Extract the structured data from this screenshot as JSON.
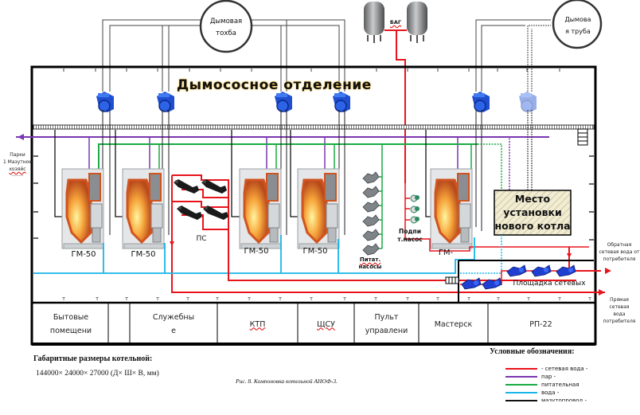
{
  "title": "Дымососное отделение",
  "chimneys": [
    {
      "label_line1": "Дымовая",
      "label_line2": "тохба"
    },
    {
      "label_line1": "Дымова",
      "label_line2": "я труба"
    }
  ],
  "tank_label": "БАГ",
  "left_note": [
    "Парки",
    "1 Мазутное",
    "хозяйс",
    "........"
  ],
  "boilers": [
    "ГМ-50",
    "ГМ-50",
    "ГМ-50",
    "ГМ-50",
    "ГМ-"
  ],
  "heaters_label": "ПС",
  "feed_pumps_label": [
    "Питат.",
    "насосы"
  ],
  "makeup_pumps_label": [
    "Подпи",
    "т.насос"
  ],
  "new_boiler_label": [
    "Место",
    "установки",
    "нового котла"
  ],
  "network_pumps_label": "Площадка сетевых",
  "return_water_note": [
    "Обратная",
    "сетевая вода  от",
    "потребителя"
  ],
  "supply_water_note": [
    "Прямая",
    "сетевая",
    "вода",
    "потребителя"
  ],
  "rooms": [
    {
      "line1": "Бытовые",
      "line2": "помещени"
    },
    {
      "line1": "",
      "line2": ""
    },
    {
      "line1": "Служебны",
      "line2": "е"
    },
    {
      "line1": "КТП",
      "line2": ""
    },
    {
      "line1": "ЩСУ",
      "line2": ""
    },
    {
      "line1": "Пульт",
      "line2": "управлени"
    },
    {
      "line1": "Мастерск",
      "line2": ""
    },
    {
      "line1": "РП-22",
      "line2": ""
    }
  ],
  "dimensions_title": "Габаритные размеры котельной:",
  "dimensions_value": "144000× 24000× 27000 (Д× Ш× В, мм)",
  "caption": "Рис. 8. Компоновка котельной АНОФ-3.",
  "legend": {
    "title": "Условные обозначения:",
    "items": [
      {
        "label": "- сетевая вода -",
        "color": "#e8141c"
      },
      {
        "label": "пар -",
        "color": "#7a36b0"
      },
      {
        "label": "питательная",
        "color": "#1aaa45"
      },
      {
        "label": "вода -",
        "color": "#19b6e8"
      },
      {
        "label": "мазутопровод -",
        "color": "#111111"
      }
    ]
  },
  "colors": {
    "network_water": "#e8141c",
    "steam": "#7a36b0",
    "feed_water": "#1aaa45",
    "blue_line": "#19b6e8",
    "fuel_oil": "#111111",
    "fan": "#1f4fd0",
    "new_boiler_fill": "#f1ecd2"
  }
}
